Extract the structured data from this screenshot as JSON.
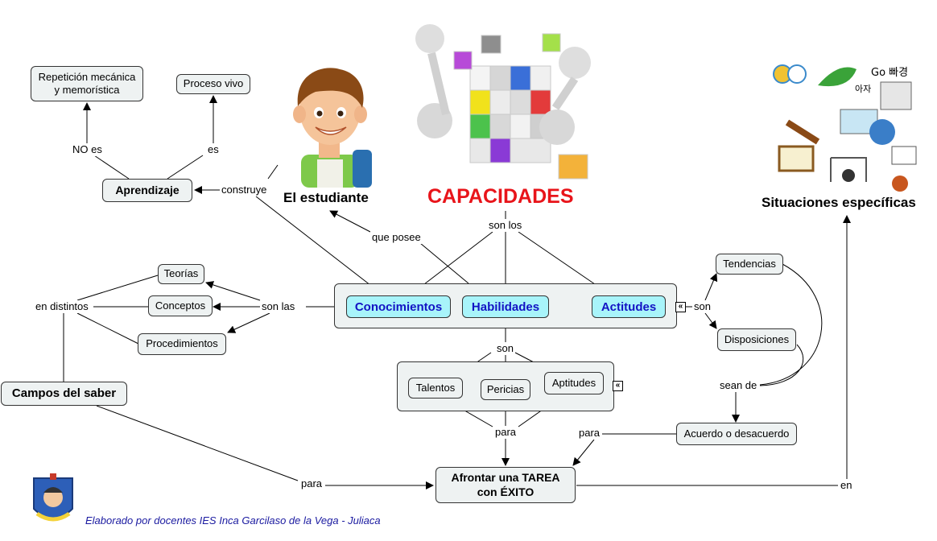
{
  "nodes": {
    "repeticion": "Repetición mecánica\ny memorística",
    "proceso_vivo": "Proceso vivo",
    "aprendizaje": "Aprendizaje",
    "teorias": "Teorías",
    "conceptos": "Conceptos",
    "procedimientos": "Procedimientos",
    "campos": "Campos del saber",
    "conocimientos": "Conocimientos",
    "habilidades": "Habilidades",
    "actitudes": "Actitudes",
    "talentos": "Talentos",
    "pericias": "Pericias",
    "aptitudes": "Aptitudes",
    "tendencias": "Tendencias",
    "disposiciones": "Disposiciones",
    "acuerdo": "Acuerdo o desacuerdo",
    "tarea": "Afrontar una TAREA\ncon ÉXITO"
  },
  "titles": {
    "estudiante": "El estudiante",
    "capacidades": "CAPACIDADES",
    "situaciones": "Situaciones específicas"
  },
  "links": {
    "no_es": "NO es",
    "es": "es",
    "construye": "construye",
    "que_posee": "que posee",
    "son_los": "son los",
    "son_las": "son las",
    "en_distintos": "en distintos",
    "son_right": "son",
    "son_mid": "son",
    "sean_de": "sean de",
    "para_mid": "para",
    "para_right": "para",
    "para_left": "para",
    "en": "en"
  },
  "footer": "Elaborado por docentes IES Inca Garcilaso de la Vega - Juliaca",
  "icons": [
    "student-illustration",
    "capacity-cubes-illustration",
    "specific-situations-illustration",
    "school-crest-logo",
    "collapse-icon"
  ],
  "colors": {
    "capacidades": "#e8141a",
    "key_fill": "#a8f4fa",
    "key_text": "#1313c4",
    "node_fill": "#eef2f2",
    "footer_text": "#1a1aa0"
  }
}
